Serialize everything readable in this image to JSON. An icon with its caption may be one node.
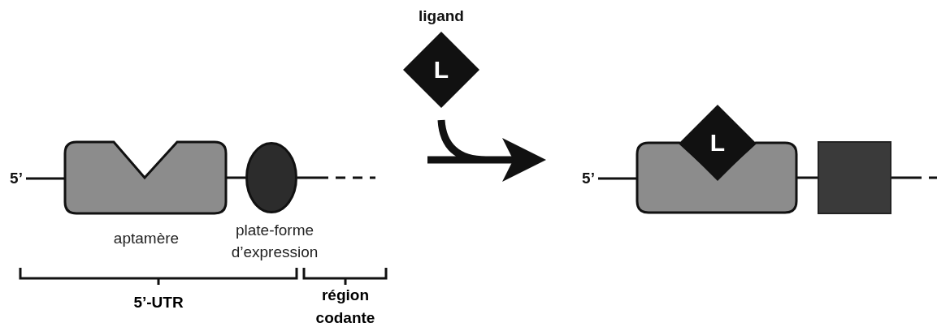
{
  "diagram": {
    "nodes": [
      {
        "text": [
          "L"
        ],
        "beside": [
          "ligand"
        ]
      },
      {
        "text": [
          "5’"
        ]
      },
      {
        "text": [],
        "shape": "box",
        "beside": [
          "aptamère"
        ]
      },
      {
        "text": [],
        "shape": "ellipse",
        "beside": [
          "plate-forme d’expression"
        ]
      },
      {
        "text": [
          "5’"
        ]
      },
      {
        "text": [],
        "shape": "box"
      },
      {
        "text": [
          "L"
        ]
      },
      {
        "text": [],
        "shape": "box"
      }
    ],
    "edges": [
      {
        "from": 1,
        "to": 2,
        "arrow": "none"
      },
      {
        "from": 2,
        "to": 3,
        "arrow": "none"
      },
      {
        "from": 3,
        "to": null,
        "arrow": "none",
        "style": "dashed"
      },
      {
        "from": 0,
        "to": null,
        "arrow": "to",
        "style": "thick"
      },
      {
        "from": 4,
        "to": 5,
        "arrow": "none"
      },
      {
        "from": 5,
        "to": 7,
        "arrow": "none"
      },
      {
        "from": 7,
        "to": null,
        "arrow": "none",
        "style": "dashed"
      }
    ],
    "labels": [
      "5’-UTR",
      "région codante"
    ]
  }
}
